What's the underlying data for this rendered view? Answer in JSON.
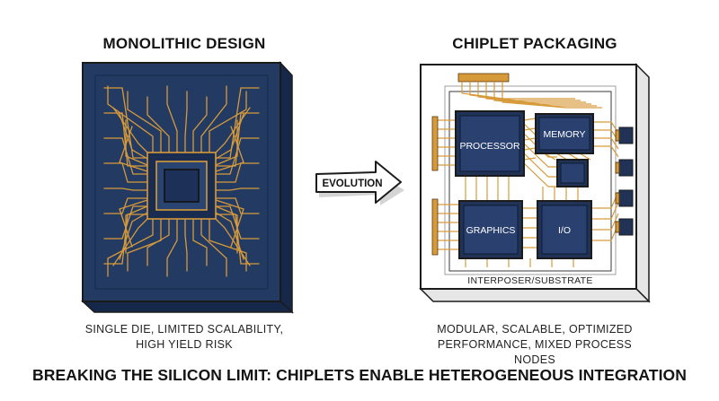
{
  "monolithic": {
    "title": "MONOLITHIC DESIGN",
    "caption_line1": "SINGLE DIE, LIMITED SCALABILITY,",
    "caption_line2": "HIGH YIELD RISK"
  },
  "arrow": {
    "label": "EVOLUTION"
  },
  "chiplet": {
    "title": "CHIPLET PACKAGING",
    "dies": {
      "processor": "PROCESSOR",
      "memory": "MEMORY",
      "graphics": "GRAPHICS",
      "io": "I/O"
    },
    "substrate_label": "INTERPOSER/SUBSTRATE",
    "caption_line1": "MODULAR, SCALABLE, OPTIMIZED",
    "caption_line2": "PERFORMANCE, MIXED PROCESS NODES"
  },
  "footer": {
    "text": "BREAKING THE SILICON LIMIT: CHIPLETS ENABLE HETEROGENEOUS INTEGRATION"
  },
  "colors": {
    "die_navy": "#233a63",
    "trace_gold": "#d79a3a",
    "package_white": "#ffffff",
    "outline": "#1b1b1b"
  }
}
